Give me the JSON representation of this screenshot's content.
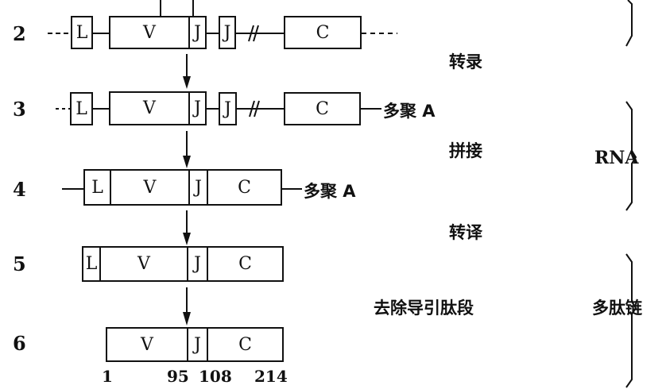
{
  "rows": [
    {
      "label": "2",
      "segments": [
        "L",
        "V",
        "J",
        "J",
        "C"
      ]
    },
    {
      "label": "3",
      "segments": [
        "L",
        "V",
        "J",
        "J",
        "C"
      ],
      "tail": "多聚 A"
    },
    {
      "label": "4",
      "segments": [
        "L",
        "V",
        "J",
        "C"
      ],
      "tail": "多聚 A"
    },
    {
      "label": "5",
      "segments": [
        "L",
        "V",
        "J",
        "C"
      ]
    },
    {
      "label": "6",
      "segments": [
        "V",
        "J",
        "C"
      ]
    }
  ],
  "steps": {
    "transcription": "转录",
    "splicing": "拼接",
    "translation": "转译",
    "remove_leader": "去除导引肽段"
  },
  "groups": {
    "rna": "RNA",
    "polypeptide": "多肽链"
  },
  "positions": [
    "1",
    "95",
    "108",
    "214"
  ]
}
